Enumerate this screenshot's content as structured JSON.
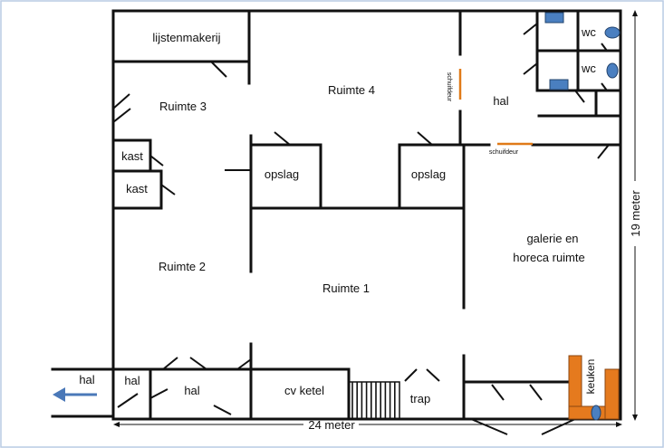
{
  "rooms": {
    "lijstenmakerij": "lijstenmakerij",
    "ruimte3": "Ruimte 3",
    "ruimte4": "Ruimte 4",
    "ruimte2": "Ruimte 2",
    "ruimte1": "Ruimte 1",
    "kast_top": "kast",
    "kast_bottom": "kast",
    "opslag_left": "opslag",
    "opslag_right": "opslag",
    "hal_top": "hal",
    "galerie_line1": "galerie  en",
    "galerie_line2": "horeca ruimte",
    "wc_top": "wc",
    "wc_bottom": "wc",
    "schuifdeur_vertical": "schuifdeur",
    "schuifdeur_horizontal": "schuifdeur",
    "hal_outside": "hal",
    "hal_small": "hal",
    "hal_bottom": "hal",
    "cv_ketel": "cv ketel",
    "trap": "trap",
    "keuken": "keuken"
  },
  "dimensions": {
    "width_label": "24 meter",
    "height_label": "19 meter"
  },
  "colors": {
    "wall": "#111111",
    "sliding_door": "#e07a18",
    "kitchen": "#e57a1e",
    "fixture": "#4a7fc0",
    "arrow": "#4a78b8",
    "frame": "#b9cce4"
  }
}
